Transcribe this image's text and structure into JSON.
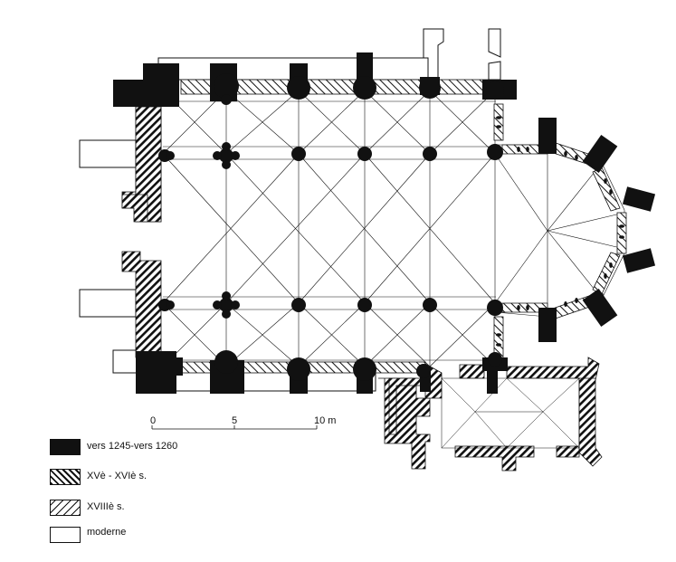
{
  "scale_bar": {
    "ticks": [
      "0",
      "5",
      "10 m"
    ]
  },
  "legend": [
    {
      "label": "vers 1245-vers 1260",
      "fill": "solid"
    },
    {
      "label": "XVè - XVIè s.",
      "fill": "dense-hatch"
    },
    {
      "label": "XVIIIè s.",
      "fill": "light-hatch"
    },
    {
      "label": "moderne",
      "fill": "none"
    }
  ],
  "colors": {
    "ink": "#111111",
    "paper": "#ffffff"
  }
}
